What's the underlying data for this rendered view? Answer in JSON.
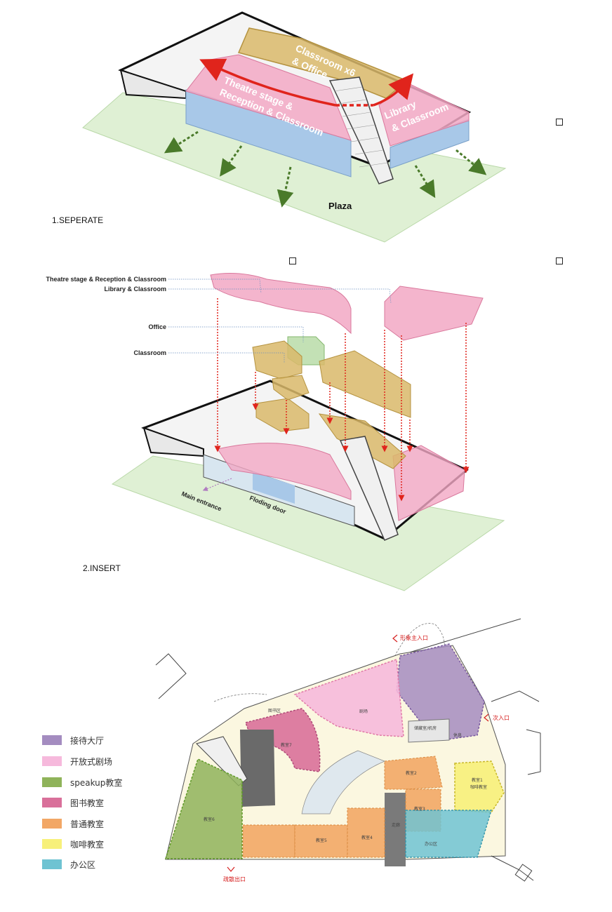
{
  "diagram1": {
    "labels": {
      "classroom": "Classroom x6",
      "office": "& Office",
      "theatre_line1": "Theatre stage &",
      "theatre_line2": "Reception & Classroom",
      "library_line1": "Library",
      "library_line2": "& Classroom",
      "plaza": "Plaza"
    },
    "step_label": "1.SEPERATE"
  },
  "diagram2": {
    "labels": {
      "theatre": "Theatre stage & Reception & Classroom",
      "library": "Library & Classroom",
      "office": "Office",
      "classroom": "Classroom",
      "main_entrance": "Main entrance",
      "floding_door": "Floding door"
    },
    "step_label": "2.INSERT"
  },
  "legend": {
    "items": [
      {
        "label": "接待大厅",
        "color": "#a48cc0"
      },
      {
        "label": "开放式剧场",
        "color": "#f6b9dc"
      },
      {
        "label": "speakup教室",
        "color": "#8fb35a"
      },
      {
        "label": "图书教室",
        "color": "#d9709a"
      },
      {
        "label": "普通教室",
        "color": "#f2a766"
      },
      {
        "label": "咖啡教室",
        "color": "#f7f07a"
      },
      {
        "label": "办公区",
        "color": "#6fc3d2"
      }
    ]
  },
  "plan": {
    "main_entrance": "形象主入口",
    "secondary_entrance": "次入口",
    "evacuation_exit": "疏散出口",
    "room_labels": [
      "图书区",
      "教室7",
      "教室6",
      "教室2",
      "教室3",
      "教室4",
      "教室5",
      "教室1",
      "咖啡教室",
      "储藏室/机房",
      "休息",
      "办公区",
      "走廊",
      "剧场"
    ]
  },
  "colors": {
    "pink": "#f2a8c4",
    "blue": "#a8c8e8",
    "gold": "#d9b86a",
    "green_plaza": "#dff0d4",
    "red_arrow": "#e0241c"
  }
}
